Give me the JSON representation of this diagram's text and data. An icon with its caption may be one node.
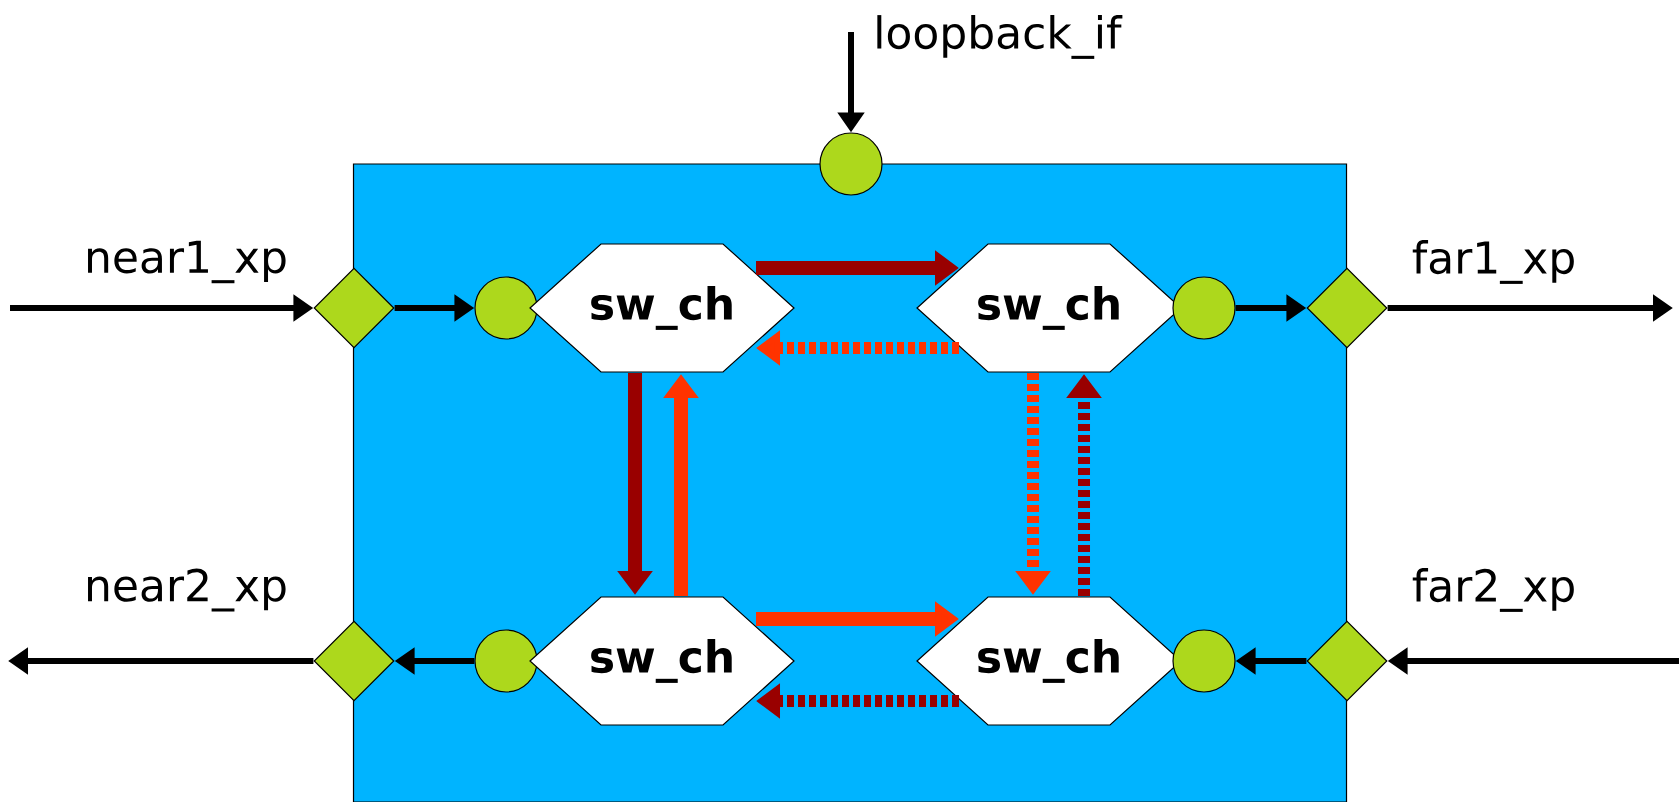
{
  "diagram": {
    "nodes": [
      {
        "text": [],
        "shape": "box"
      },
      {
        "text": [],
        "shape": "circle"
      },
      {
        "text": [],
        "shape": "diamond"
      },
      {
        "text": [],
        "shape": "circle",
        "in": 0
      },
      {
        "text": [
          "sw_ch"
        ],
        "in": 0
      },
      {
        "text": [
          "sw_ch"
        ],
        "in": 0
      },
      {
        "text": [],
        "shape": "circle",
        "in": 0
      },
      {
        "text": [],
        "shape": "diamond"
      },
      {
        "text": [],
        "shape": "diamond"
      },
      {
        "text": [],
        "shape": "circle",
        "in": 0
      },
      {
        "text": [
          "sw_ch"
        ],
        "in": 0
      },
      {
        "text": [
          "sw_ch"
        ],
        "in": 0
      },
      {
        "text": [],
        "shape": "circle",
        "in": 0
      },
      {
        "text": [],
        "shape": "diamond"
      }
    ],
    "edges": [
      {
        "from": null,
        "to": 1,
        "arrow": "to",
        "label": "loopback_if"
      },
      {
        "from": null,
        "to": 2,
        "arrow": "to",
        "label": "near1_xp"
      },
      {
        "from": 2,
        "to": 3,
        "arrow": "to"
      },
      {
        "from": 4,
        "to": 5,
        "arrow": "to",
        "style": "thick",
        "color": "#990000"
      },
      {
        "from": 5,
        "to": 4,
        "arrow": "to",
        "style": "dashed",
        "color": "#ff3300"
      },
      {
        "from": 4,
        "to": 10,
        "arrow": "to",
        "style": "thick",
        "color": "#990000"
      },
      {
        "from": 10,
        "to": 4,
        "arrow": "to",
        "style": "thick",
        "color": "#ff3300"
      },
      {
        "from": 5,
        "to": 11,
        "arrow": "to",
        "style": "dashed",
        "color": "#ff3300"
      },
      {
        "from": 11,
        "to": 5,
        "arrow": "to",
        "style": "dashed",
        "color": "#990000"
      },
      {
        "from": 10,
        "to": 11,
        "arrow": "to",
        "style": "thick",
        "color": "#ff3300"
      },
      {
        "from": 11,
        "to": 10,
        "arrow": "to",
        "style": "dashed",
        "color": "#990000"
      },
      {
        "from": 6,
        "to": 7,
        "arrow": "to"
      },
      {
        "from": 7,
        "to": null,
        "arrow": "to",
        "label": "far1_xp"
      },
      {
        "from": 9,
        "to": 8,
        "arrow": "to"
      },
      {
        "from": 8,
        "to": null,
        "arrow": "to",
        "label": "near2_xp"
      },
      {
        "from": 13,
        "to": 12,
        "arrow": "to"
      },
      {
        "from": null,
        "to": 13,
        "arrow": "to",
        "label": "far2_xp"
      }
    ]
  }
}
